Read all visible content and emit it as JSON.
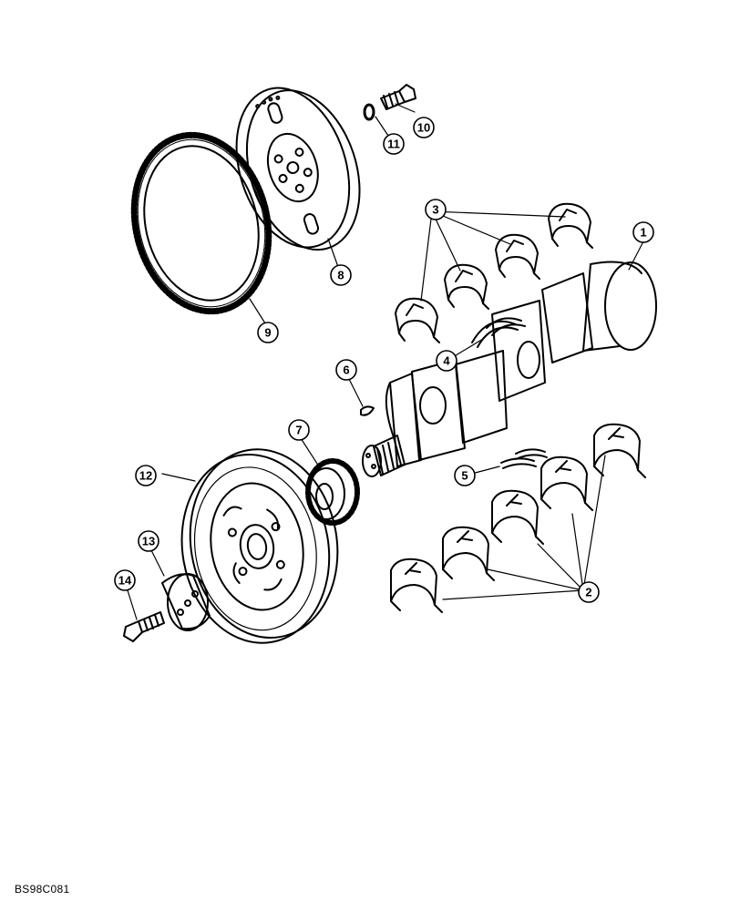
{
  "figure_id": "BS98C081",
  "callouts": [
    {
      "label": "1"
    },
    {
      "label": "2"
    },
    {
      "label": "3"
    },
    {
      "label": "4"
    },
    {
      "label": "5"
    },
    {
      "label": "6"
    },
    {
      "label": "7"
    },
    {
      "label": "8"
    },
    {
      "label": "9"
    },
    {
      "label": "10"
    },
    {
      "label": "11"
    },
    {
      "label": "12"
    },
    {
      "label": "13"
    },
    {
      "label": "14"
    }
  ]
}
